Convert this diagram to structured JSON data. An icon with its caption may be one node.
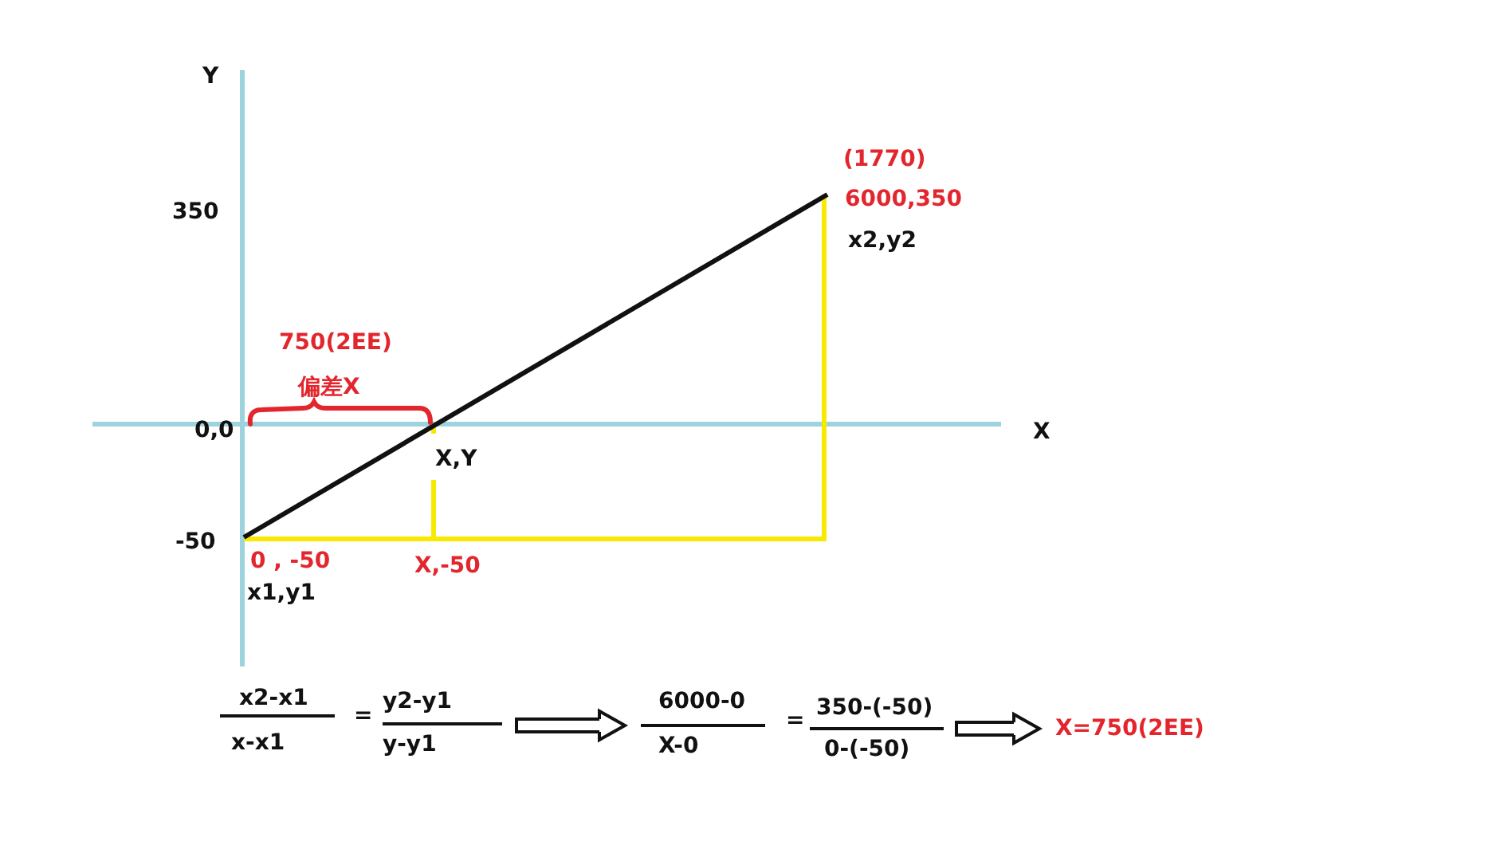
{
  "diagram": {
    "nodes": [
      {
        "text": [
          "x2-x1",
          "x-x1",
          "=",
          "y2-y1",
          "y-y1"
        ]
      },
      {
        "text": [
          "6000-0",
          "X-0",
          "=",
          "350-(-50)",
          "0-(-50)"
        ]
      },
      {
        "text": [
          "X=750(2EE)"
        ]
      }
    ],
    "edges": [
      {
        "from": 0,
        "to": 1,
        "arrow": "to"
      },
      {
        "from": 1,
        "to": 2,
        "arrow": "to"
      }
    ],
    "labels": [
      "Y",
      "(1770)",
      "6000,350",
      "350",
      "x2,y2",
      "750(2EE)",
      "偏差X",
      "0,0",
      "X",
      "X,Y",
      "-50",
      "0 , -50",
      "X,-50",
      "x1,y1"
    ]
  }
}
